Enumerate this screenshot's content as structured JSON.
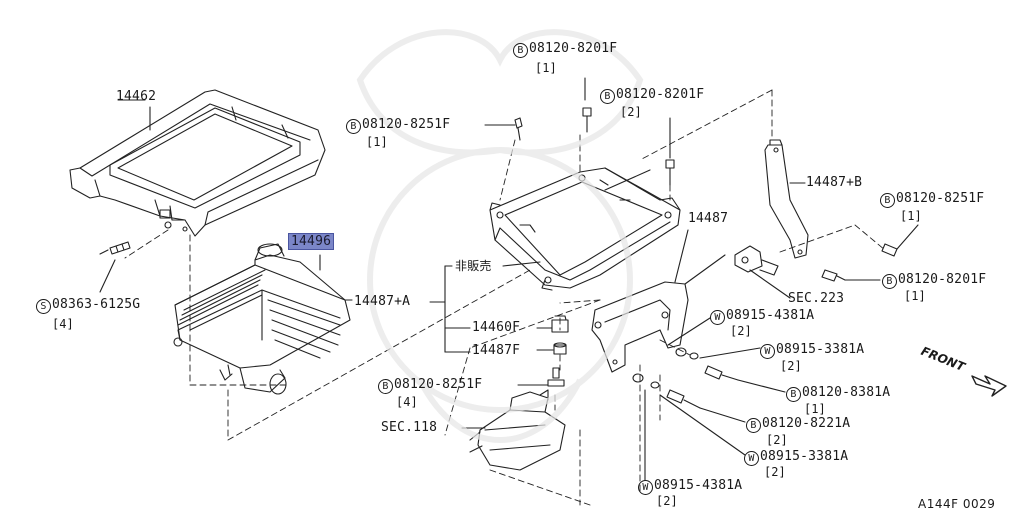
{
  "drawing_id": "A144F 0029",
  "front_label": "FRONT",
  "sec_223": "SEC.223",
  "sec_118": "SEC.118",
  "not_sold": "非販売",
  "parts": {
    "p14462": "14462",
    "p14496": "14496",
    "p14487A": "14487+A",
    "p14487": "14487",
    "p14487B": "14487+B",
    "p14460F": "14460F",
    "p14487F": "14487F"
  },
  "fasteners": [
    {
      "key": "s08363",
      "circle": "S",
      "code": "08363-6125G",
      "qty": "[4]"
    },
    {
      "key": "b8251_top",
      "circle": "B",
      "code": "08120-8251F",
      "qty": "[1]"
    },
    {
      "key": "b8201_top",
      "circle": "B",
      "code": "08120-8201F",
      "qty": "[1]"
    },
    {
      "key": "b8201_mid",
      "circle": "B",
      "code": "08120-8201F",
      "qty": "[2]"
    },
    {
      "key": "b8251_right",
      "circle": "B",
      "code": "08120-8251F",
      "qty": "[1]"
    },
    {
      "key": "b8201_right",
      "circle": "B",
      "code": "08120-8201F",
      "qty": "[1]"
    },
    {
      "key": "w4381_a",
      "circle": "W",
      "code": "08915-4381A",
      "qty": "[2]"
    },
    {
      "key": "w3381_a",
      "circle": "W",
      "code": "08915-3381A",
      "qty": "[2]"
    },
    {
      "key": "b8381",
      "circle": "B",
      "code": "08120-8381A",
      "qty": "[1]"
    },
    {
      "key": "b8221",
      "circle": "B",
      "code": "08120-8221A",
      "qty": "[2]"
    },
    {
      "key": "w3381_b",
      "circle": "W",
      "code": "08915-3381A",
      "qty": "[2]"
    },
    {
      "key": "w4381_b",
      "circle": "W",
      "code": "08915-4381A",
      "qty": "[2]"
    },
    {
      "key": "b8251_low",
      "circle": "B",
      "code": "08120-8251F",
      "qty": "[4]"
    }
  ]
}
